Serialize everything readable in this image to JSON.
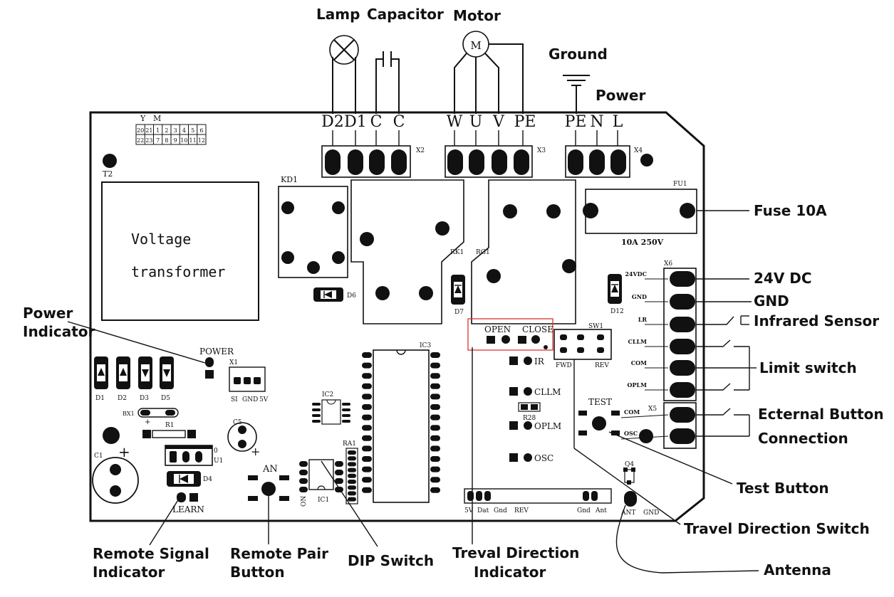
{
  "terminals": {
    "x2": [
      "D2",
      "D1",
      "C",
      "C"
    ],
    "x3": [
      "W",
      "U",
      "V",
      "PE"
    ],
    "x4": [
      "PE",
      "N",
      "L"
    ]
  },
  "top_labels": {
    "lamp": "Lamp",
    "capacitor": "Capacitor",
    "motor": "Motor",
    "motor_symbol": "M",
    "ground": "Ground",
    "power": "Power"
  },
  "callouts": {
    "fuse": "Fuse 10A",
    "dc24": "24V DC",
    "gnd": "GND",
    "infrared": "Infrared Sensor",
    "limit": "Limit switch",
    "external_1": "Ecternal Button",
    "external_2": "Connection",
    "test_button": "Test Button",
    "travel_switch": "Travel Direction Switch",
    "antenna": "Antenna",
    "power_indicator_1": "Power",
    "power_indicator_2": "Indicator",
    "remote_signal_1": "Remote Signal",
    "remote_signal_2": "Indicator",
    "remote_pair_1": "Remote Pair",
    "remote_pair_2": "Button",
    "dip_switch": "DIP Switch",
    "treval_1": "Treval Direction",
    "treval_2": "Indicator"
  },
  "board": {
    "transformer_1": "Voltage",
    "transformer_2": "transformer",
    "fuse_rating": "10A  250V",
    "ym_header": [
      "Y",
      "M"
    ],
    "ym_row1": [
      "20",
      "21",
      "1",
      "2",
      "3",
      "4",
      "5",
      "6"
    ],
    "ym_row2": [
      "22",
      "23",
      "7",
      "8",
      "9",
      "10",
      "11",
      "12"
    ],
    "x6_pins": [
      "24VDC",
      "GND",
      "LR",
      "CLLM",
      "COM",
      "OPLM"
    ],
    "x5_pins": [
      "COM",
      "OSC"
    ],
    "leds": [
      "IR",
      "CLLM",
      "OPLM",
      "OSC"
    ],
    "diodes": [
      "D1",
      "D2",
      "D3",
      "D5"
    ],
    "x1_pins": [
      "SI",
      "GND",
      "5V"
    ],
    "bottom_header": [
      "5V",
      "Dat",
      "Gnd",
      "REV"
    ],
    "bottom_header_right": [
      "Gnd",
      "Ant"
    ],
    "open": "OPEN",
    "close": "CLOSE",
    "fwd": "FWD",
    "rev": "REV",
    "refs": {
      "t2": "T2",
      "kd1": "KD1",
      "rk1": "RK1",
      "rg1": "RG1",
      "d6": "D6",
      "d7": "D7",
      "d12": "D12",
      "x1": "X1",
      "x2": "X2",
      "x3": "X3",
      "x4": "X4",
      "x5": "X5",
      "x6": "X6",
      "fu1": "FU1",
      "ic1": "IC1",
      "ic2": "IC2",
      "ic3": "IC3",
      "ra1": "RA1",
      "sw1": "SW1",
      "c1": "C1",
      "c5": "C5",
      "r1": "R1",
      "r28": "R28",
      "u1": "U1",
      "d4": "D4",
      "bx1": "BX1",
      "q4": "Q4",
      "power": "POWER",
      "learn": "LEARN",
      "an": "AN",
      "test": "TEST",
      "on": "ON",
      "ant": "ANT",
      "gnd": "GND",
      "plus": "+",
      "zero": "0"
    }
  }
}
